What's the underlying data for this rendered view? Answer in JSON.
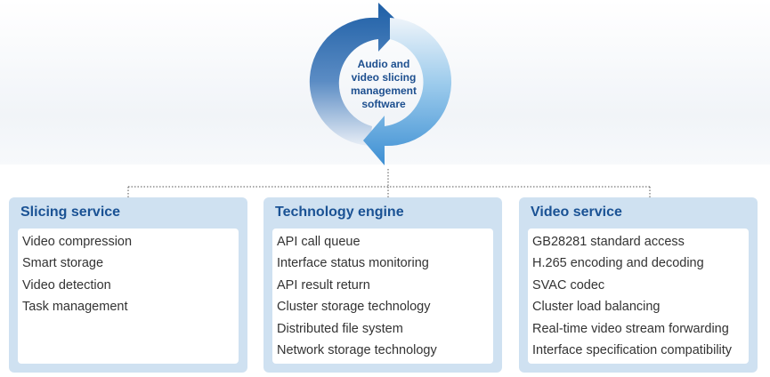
{
  "center": {
    "lines": [
      "Audio and",
      "video slicing",
      "management",
      "software"
    ]
  },
  "panels": [
    {
      "title": "Slicing service",
      "items": [
        "Video compression",
        "Smart storage",
        "Video detection",
        "Task management"
      ]
    },
    {
      "title": "Technology engine",
      "items": [
        "API call queue",
        "Interface status monitoring",
        "API result return",
        "Cluster storage technology",
        "Distributed file system",
        "Network storage technology"
      ]
    },
    {
      "title": "Video service",
      "items": [
        "GB28281 standard access",
        "H.265 encoding and decoding",
        "SVAC codec",
        "Cluster load balancing",
        "Real-time video stream forwarding",
        "Interface specification compatibility"
      ]
    }
  ],
  "colors": {
    "arrow_dark": "#1e5fa6",
    "arrow_light": "#7cb8e4",
    "panel_bg": "#cfe1f1",
    "title_text": "#1a5294"
  }
}
